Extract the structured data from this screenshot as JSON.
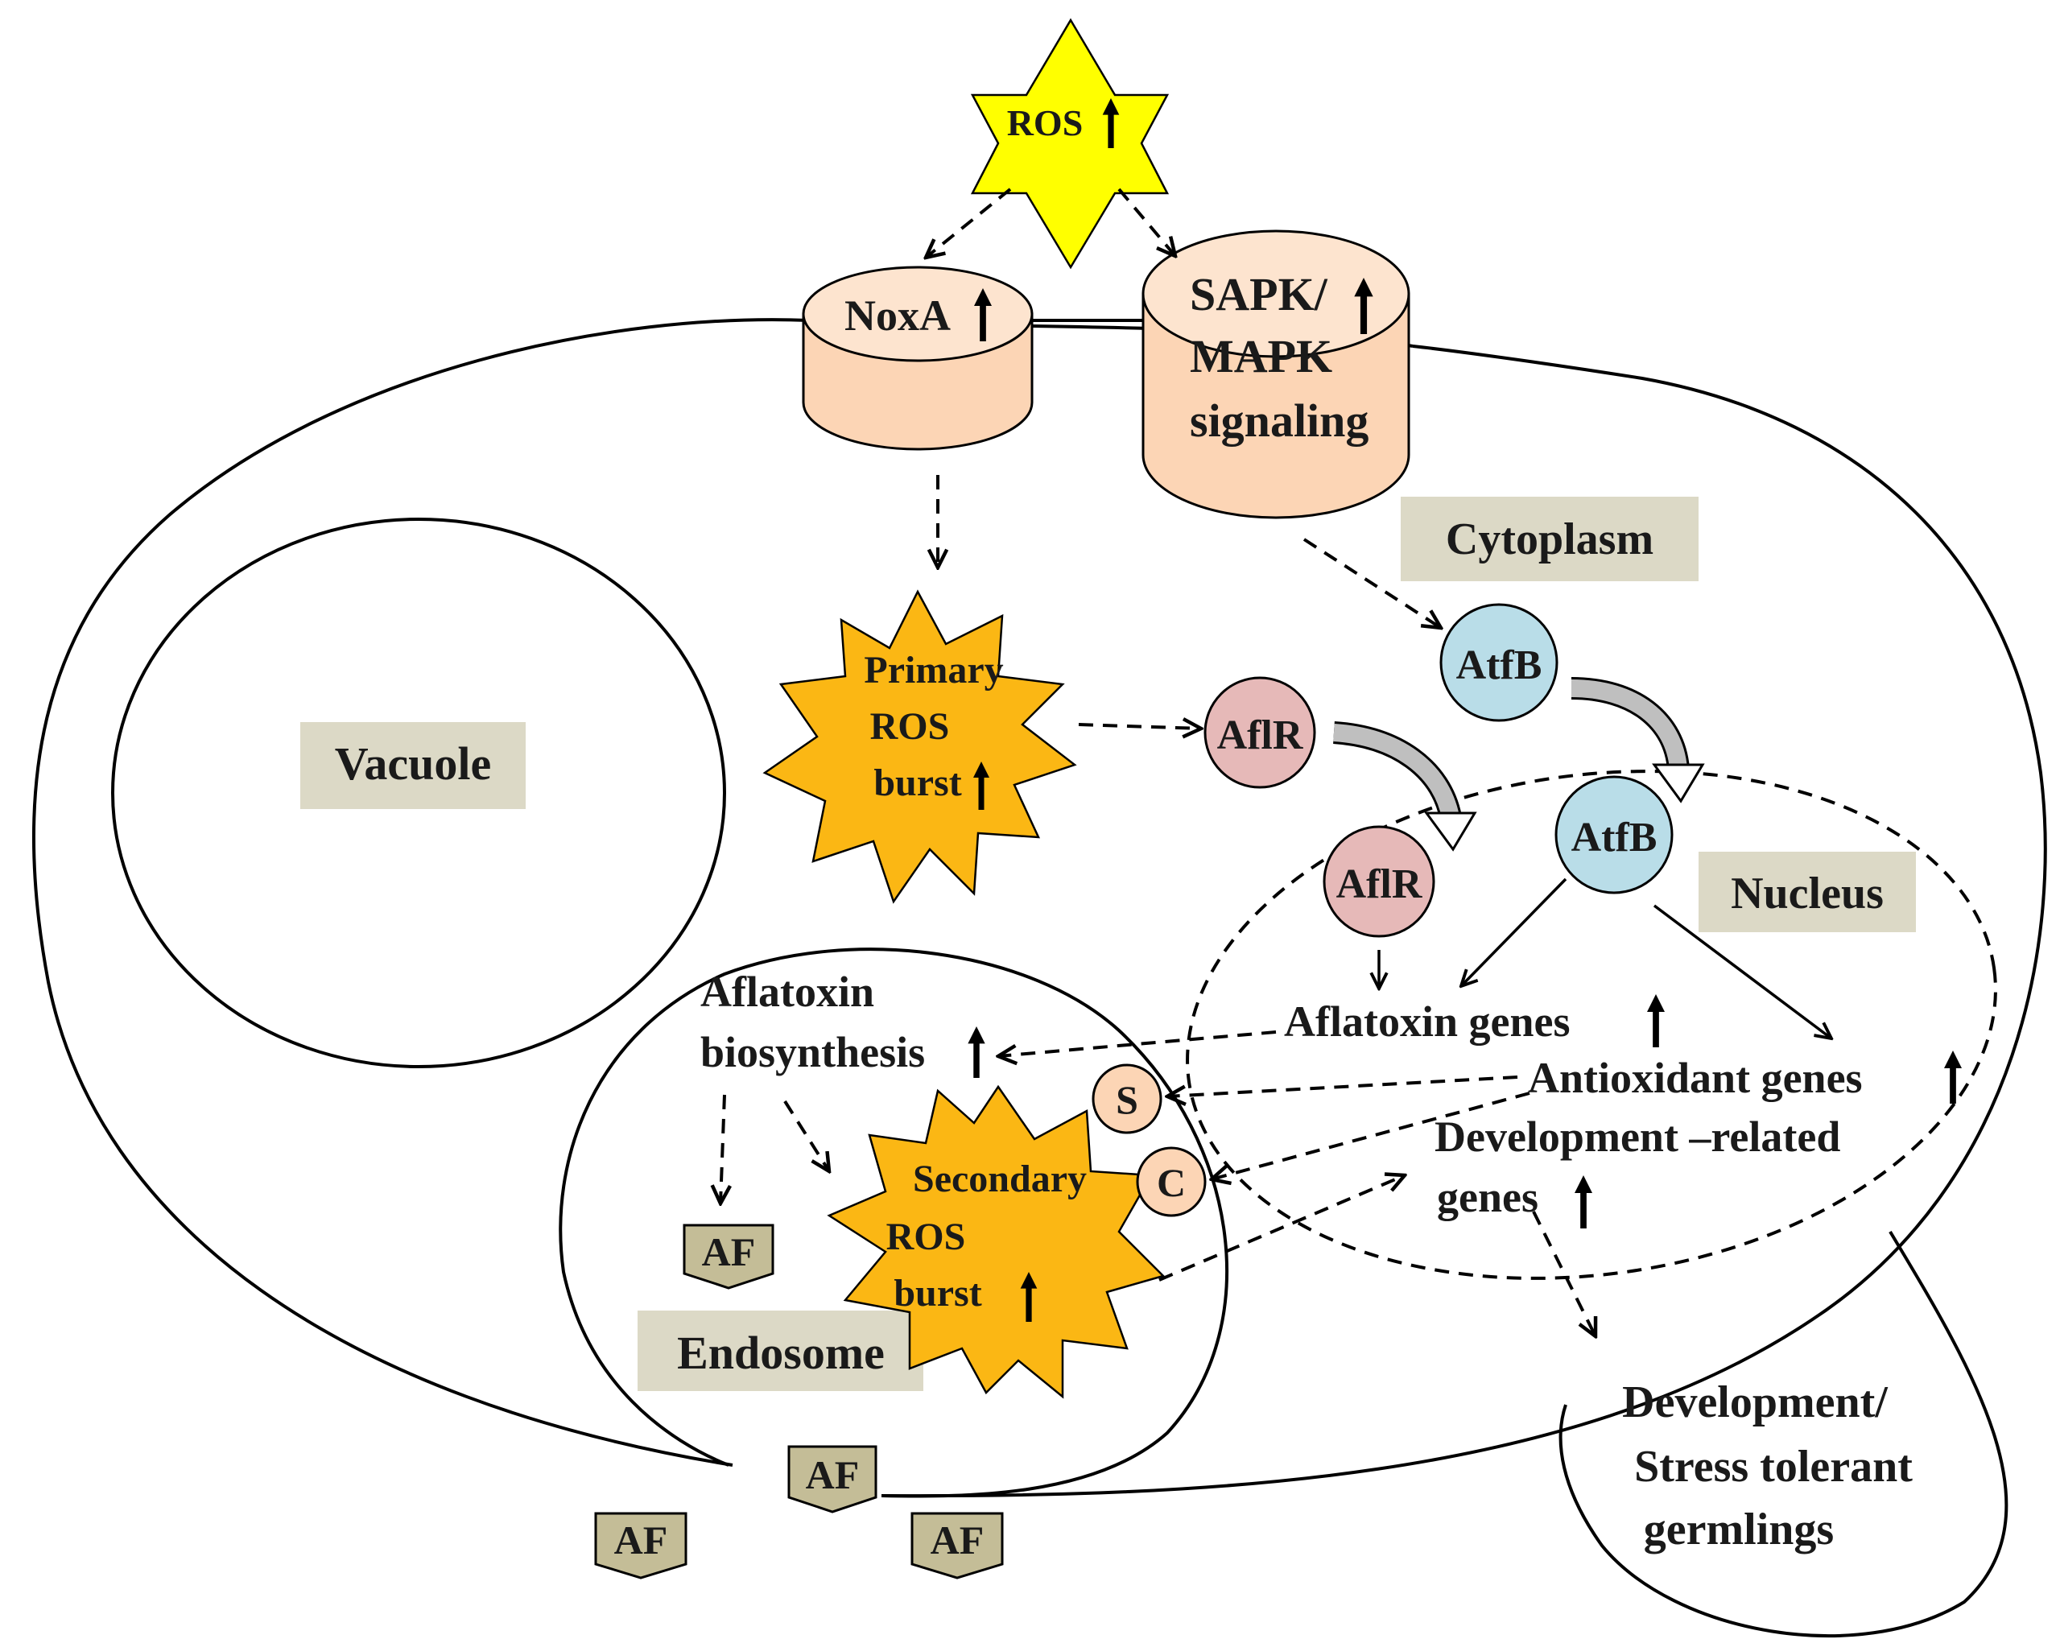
{
  "labels": {
    "ros": "ROS",
    "noxa": "NoxA",
    "sapk_line1": "SAPK/",
    "sapk_line2": "MAPK",
    "sapk_line3": "signaling",
    "cytoplasm": "Cytoplasm",
    "vacuole": "Vacuole",
    "nucleus": "Nucleus",
    "endosome": "Endosome",
    "primary_line1": "Primary",
    "primary_line2": "ROS",
    "primary_line3": "burst",
    "secondary_line1": "Secondary",
    "secondary_line2": "ROS",
    "secondary_line3": "burst",
    "aflr": "AflR",
    "atfb": "AtfB",
    "aflatoxin_bio_line1": "Aflatoxin",
    "aflatoxin_bio_line2": "biosynthesis",
    "aflatoxin_genes": "Aflatoxin genes",
    "antioxidant_genes": "Antioxidant genes",
    "development_genes_line1": "Development –related",
    "development_genes_line2": "genes",
    "s": "S",
    "c": "C",
    "af": "AF",
    "germling_line1": "Development/",
    "germling_line2": "Stress tolerant",
    "germling_line3": "germlings"
  },
  "colors": {
    "ros_star": "#ffff00",
    "burst": "#fbb714",
    "channel": "#fcd5b5",
    "aflr": "#e6b9b8",
    "atfb": "#b9dde8",
    "sc_circle": "#fcd5b5",
    "label_box": "#dcd9c6",
    "af_badge": "#c4bd97"
  },
  "icons": {
    "up_arrow": "up-arrow-icon",
    "translocation": "curved-arrow-icon"
  }
}
